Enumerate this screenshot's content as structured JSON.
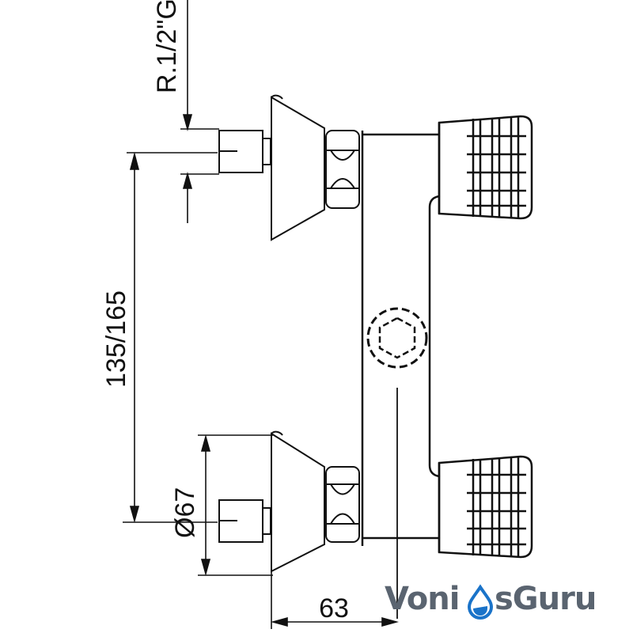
{
  "diagram": {
    "dimensions": {
      "thread": "R.1/2\"G",
      "center_distance": "135/165",
      "diameter": "Ø67",
      "depth": "63"
    }
  },
  "watermark": {
    "part1": "Voni",
    "part2": "sGuru"
  },
  "colors": {
    "line": "#111111",
    "logo_gray": "#5a6470",
    "logo_blue": "#1a73c9"
  }
}
